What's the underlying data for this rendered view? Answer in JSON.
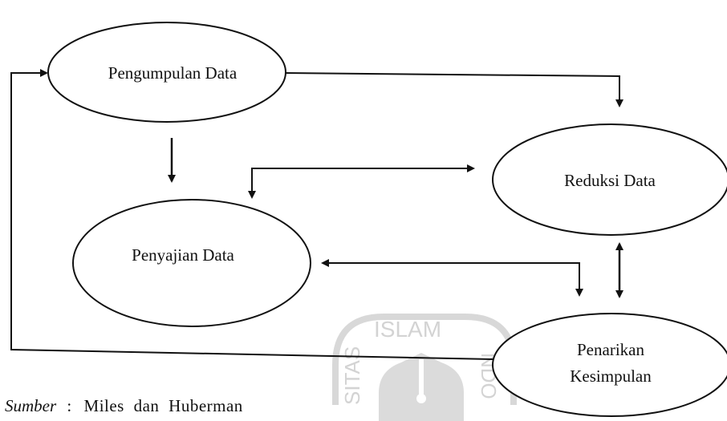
{
  "diagram": {
    "nodes": {
      "pengumpulan": "Pengumpulan Data",
      "reduksi": "Reduksi Data",
      "penyajian": "Penyajian Data",
      "penarikan_line1": "Penarikan",
      "penarikan_line2": "Kesimpulan"
    },
    "edges": [
      {
        "from": "Pengumpulan Data",
        "to": "Reduksi Data",
        "direction": "one-way"
      },
      {
        "from": "Pengumpulan Data",
        "to": "Penyajian Data",
        "direction": "one-way"
      },
      {
        "from": "Penyajian Data",
        "to": "Reduksi Data",
        "direction": "two-way"
      },
      {
        "from": "Reduksi Data",
        "to": "Penarikan Kesimpulan",
        "direction": "two-way"
      },
      {
        "from": "Penarikan Kesimpulan",
        "to": "Penyajian Data",
        "direction": "two-way"
      },
      {
        "from": "Penarikan Kesimpulan",
        "to": "Pengumpulan Data",
        "direction": "one-way"
      }
    ]
  },
  "source": {
    "label": "Sumber",
    "separator": ":",
    "value": "Miles dan Huberman"
  },
  "watermark": {
    "top": "ISLAM",
    "left": "SITAS",
    "right": "NDO"
  },
  "colors": {
    "ink": "#111111",
    "watermark": "#cfcfcf"
  }
}
